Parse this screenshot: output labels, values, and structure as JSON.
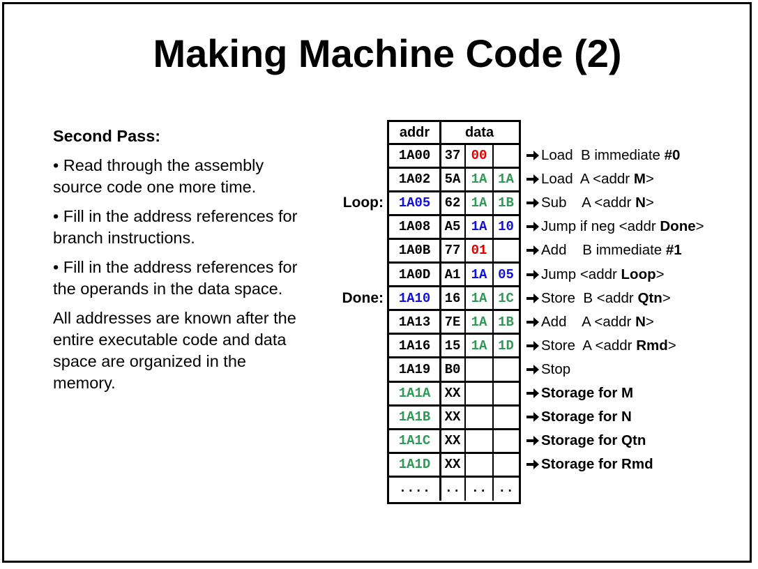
{
  "slide": {
    "title": "Making Machine Code (2)",
    "heading": "Second Pass:",
    "bullets": [
      "• Read through the assembly source code one more time.",
      "• Fill in the address references for branch instructions.",
      "• Fill in the address references for the operands in the data space."
    ],
    "summary": "All addresses are known after the entire executable code and data space are organized in the memory."
  },
  "colors": {
    "black": "#000000",
    "red": "#e00000",
    "green": "#2e9a55",
    "blue": "#1010e0"
  },
  "memory": {
    "headers": {
      "addr": "addr",
      "data": "data"
    },
    "labels": [
      {
        "row": 2,
        "text": "Loop:"
      },
      {
        "row": 6,
        "text": "Done:"
      }
    ],
    "rows": [
      {
        "addr": "1A00",
        "addr_color": "black",
        "cells": [
          {
            "t": "37",
            "c": "black"
          },
          {
            "t": "00",
            "c": "red"
          },
          {
            "t": "",
            "c": "black"
          }
        ]
      },
      {
        "addr": "1A02",
        "addr_color": "black",
        "cells": [
          {
            "t": "5A",
            "c": "black"
          },
          {
            "t": "1A",
            "c": "green"
          },
          {
            "t": "1A",
            "c": "green"
          }
        ]
      },
      {
        "addr": "1A05",
        "addr_color": "blue",
        "cells": [
          {
            "t": "62",
            "c": "black"
          },
          {
            "t": "1A",
            "c": "green"
          },
          {
            "t": "1B",
            "c": "green"
          }
        ]
      },
      {
        "addr": "1A08",
        "addr_color": "black",
        "cells": [
          {
            "t": "A5",
            "c": "black"
          },
          {
            "t": "1A",
            "c": "blue"
          },
          {
            "t": "10",
            "c": "blue"
          }
        ]
      },
      {
        "addr": "1A0B",
        "addr_color": "black",
        "cells": [
          {
            "t": "77",
            "c": "black"
          },
          {
            "t": "01",
            "c": "red"
          },
          {
            "t": "",
            "c": "black"
          }
        ]
      },
      {
        "addr": "1A0D",
        "addr_color": "black",
        "cells": [
          {
            "t": "A1",
            "c": "black"
          },
          {
            "t": "1A",
            "c": "blue"
          },
          {
            "t": "05",
            "c": "blue"
          }
        ]
      },
      {
        "addr": "1A10",
        "addr_color": "blue",
        "cells": [
          {
            "t": "16",
            "c": "black"
          },
          {
            "t": "1A",
            "c": "green"
          },
          {
            "t": "1C",
            "c": "green"
          }
        ]
      },
      {
        "addr": "1A13",
        "addr_color": "black",
        "cells": [
          {
            "t": "7E",
            "c": "black"
          },
          {
            "t": "1A",
            "c": "green"
          },
          {
            "t": "1B",
            "c": "green"
          }
        ]
      },
      {
        "addr": "1A16",
        "addr_color": "black",
        "cells": [
          {
            "t": "15",
            "c": "black"
          },
          {
            "t": "1A",
            "c": "green"
          },
          {
            "t": "1D",
            "c": "green"
          }
        ]
      },
      {
        "addr": "1A19",
        "addr_color": "black",
        "cells": [
          {
            "t": "B0",
            "c": "black"
          },
          {
            "t": "",
            "c": "black"
          },
          {
            "t": "",
            "c": "black"
          }
        ]
      },
      {
        "addr": "1A1A",
        "addr_color": "green",
        "cells": [
          {
            "t": "XX",
            "c": "black"
          },
          {
            "t": "",
            "c": "black"
          },
          {
            "t": "",
            "c": "black"
          }
        ]
      },
      {
        "addr": "1A1B",
        "addr_color": "green",
        "cells": [
          {
            "t": "XX",
            "c": "black"
          },
          {
            "t": "",
            "c": "black"
          },
          {
            "t": "",
            "c": "black"
          }
        ]
      },
      {
        "addr": "1A1C",
        "addr_color": "green",
        "cells": [
          {
            "t": "XX",
            "c": "black"
          },
          {
            "t": "",
            "c": "black"
          },
          {
            "t": "",
            "c": "black"
          }
        ]
      },
      {
        "addr": "1A1D",
        "addr_color": "green",
        "cells": [
          {
            "t": "XX",
            "c": "black"
          },
          {
            "t": "",
            "c": "black"
          },
          {
            "t": "",
            "c": "black"
          }
        ]
      },
      {
        "addr": "....",
        "addr_color": "black",
        "cells": [
          {
            "t": "..",
            "c": "black"
          },
          {
            "t": "..",
            "c": "black"
          },
          {
            "t": "..",
            "c": "black"
          }
        ]
      }
    ]
  },
  "instructions": [
    [
      {
        "t": "Load  B immediate ",
        "b": false
      },
      {
        "t": "#0",
        "b": true
      }
    ],
    [
      {
        "t": "Load  A <addr ",
        "b": false
      },
      {
        "t": "M",
        "b": true
      },
      {
        "t": ">",
        "b": false
      }
    ],
    [
      {
        "t": "Sub    A <addr ",
        "b": false
      },
      {
        "t": "N",
        "b": true
      },
      {
        "t": ">",
        "b": false
      }
    ],
    [
      {
        "t": "Jump if neg <addr ",
        "b": false
      },
      {
        "t": "Done",
        "b": true
      },
      {
        "t": ">",
        "b": false
      }
    ],
    [
      {
        "t": "Add    B immediate ",
        "b": false
      },
      {
        "t": "#1",
        "b": true
      }
    ],
    [
      {
        "t": "Jump <addr ",
        "b": false
      },
      {
        "t": "Loop",
        "b": true
      },
      {
        "t": ">",
        "b": false
      }
    ],
    [
      {
        "t": "Store  B <addr ",
        "b": false
      },
      {
        "t": "Qtn",
        "b": true
      },
      {
        "t": ">",
        "b": false
      }
    ],
    [
      {
        "t": "Add    A <addr ",
        "b": false
      },
      {
        "t": "N",
        "b": true
      },
      {
        "t": ">",
        "b": false
      }
    ],
    [
      {
        "t": "Store  A <addr ",
        "b": false
      },
      {
        "t": "Rmd",
        "b": true
      },
      {
        "t": ">",
        "b": false
      }
    ],
    [
      {
        "t": "Stop",
        "b": false
      }
    ],
    [
      {
        "t": "Storage for M",
        "b": true
      }
    ],
    [
      {
        "t": "Storage for N",
        "b": true
      }
    ],
    [
      {
        "t": "Storage for Qtn",
        "b": true
      }
    ],
    [
      {
        "t": "Storage for Rmd",
        "b": true
      }
    ]
  ]
}
